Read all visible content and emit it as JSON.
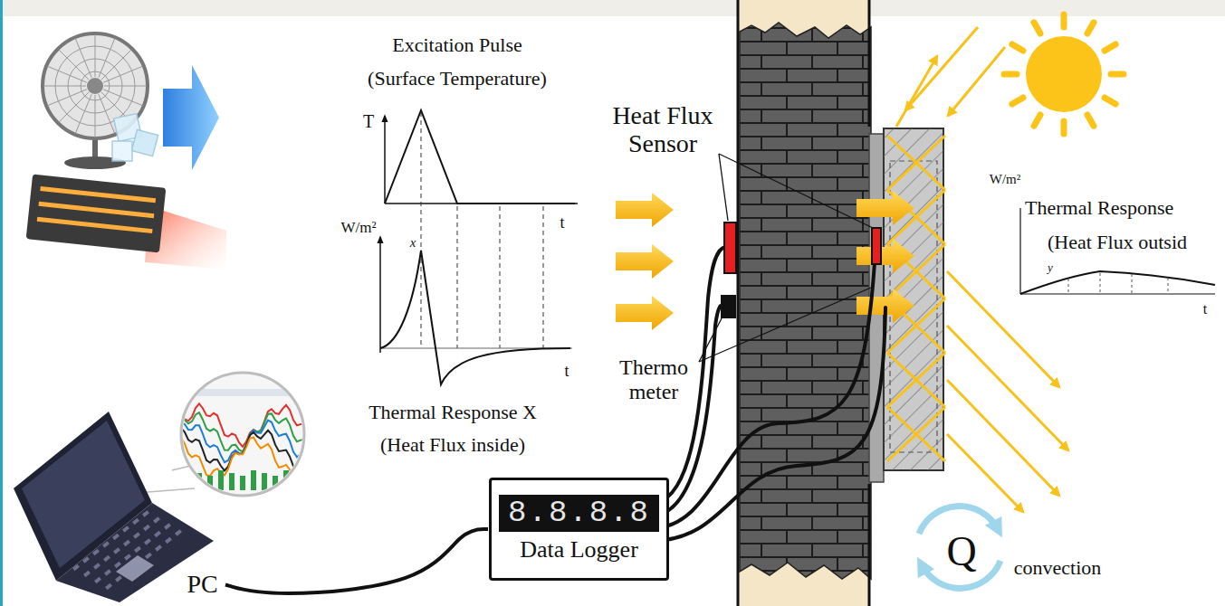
{
  "diagram": {
    "nodes": [
      {
        "text": [
          "PC"
        ]
      },
      {
        "text": [
          "8.8.8.8",
          "Data Logger"
        ]
      }
    ],
    "edges": [
      {
        "from": 0,
        "to": 1,
        "arrow": "none"
      }
    ],
    "labels": [
      "Excitation Pulse",
      "(Surface Temperature)",
      "T",
      "t",
      "W/m²",
      "x",
      "t",
      "Thermal Response X",
      "(Heat Flux inside)",
      "Heat Flux Sensor",
      "Thermo meter",
      "W/m²",
      "Thermal Response",
      "(Heat Flux outsid",
      "y",
      "t",
      "Q",
      "convection"
    ]
  }
}
